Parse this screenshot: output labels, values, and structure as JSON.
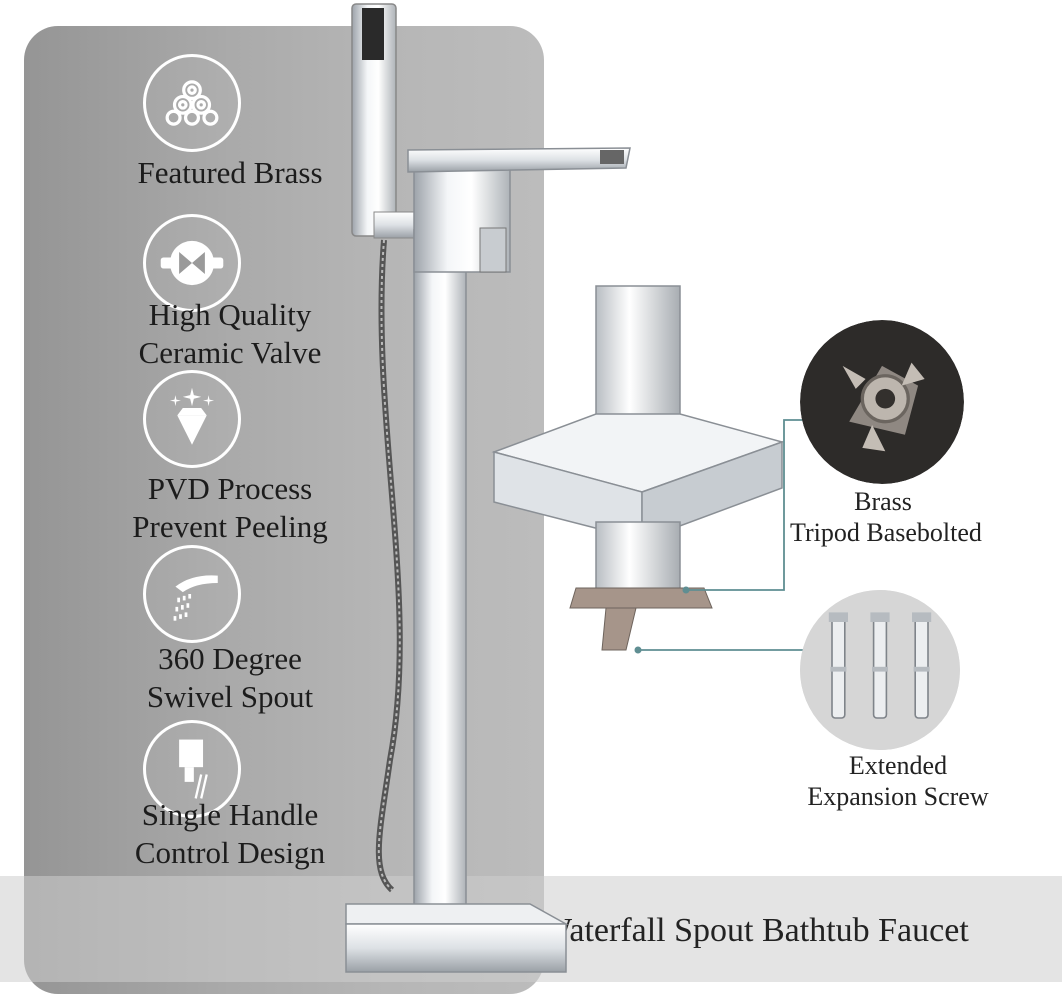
{
  "features": [
    {
      "icon": "brass-pipes-icon",
      "lines": [
        "Featured Brass"
      ]
    },
    {
      "icon": "ceramic-valve-icon",
      "lines": [
        "High Quality",
        "Ceramic Valve"
      ]
    },
    {
      "icon": "diamond-sparkle-icon",
      "lines": [
        "PVD Process",
        "Prevent Peeling"
      ]
    },
    {
      "icon": "swivel-shower-icon",
      "lines": [
        "360 Degree",
        "Swivel Spout"
      ]
    },
    {
      "icon": "single-handle-icon",
      "lines": [
        "Single Handle",
        "Control Design"
      ]
    }
  ],
  "callouts": {
    "tripod": {
      "line1": "Brass",
      "line2": "Tripod Basebolted"
    },
    "screw": {
      "line1": "Extended",
      "line2": "Expansion Screw"
    }
  },
  "product_title": "Waterfall Spout Bathtub Faucet",
  "colors": {
    "panel": "#a8a8a8",
    "chrome": "#d9dde2",
    "text": "#222222",
    "callout_line": "#5f8e92"
  }
}
